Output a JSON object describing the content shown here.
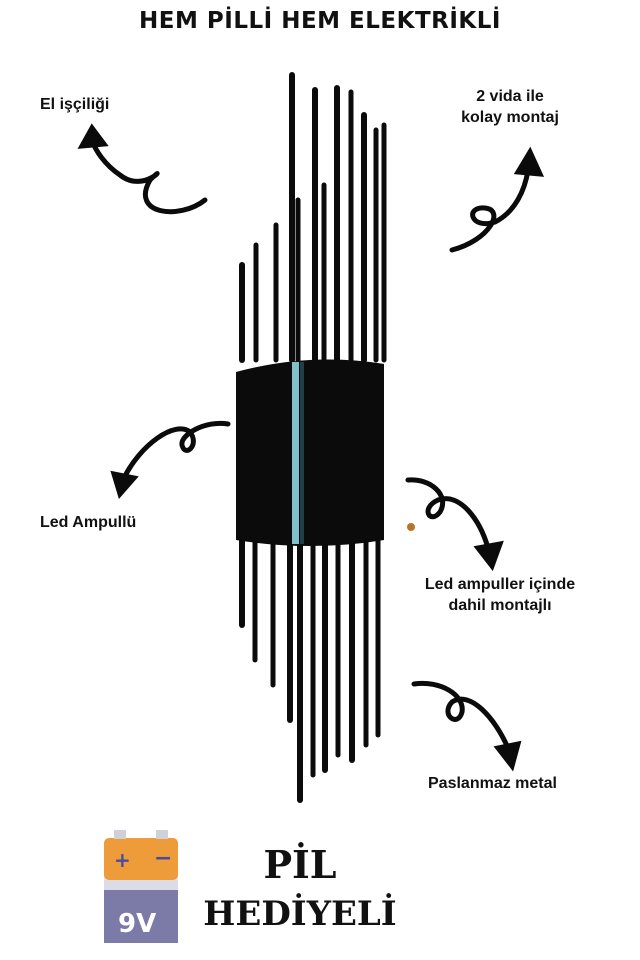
{
  "header": {
    "title": "HEM PİLLİ HEM ELEKTRİKLİ"
  },
  "features": {
    "handmade": "El işçiliği",
    "mounting": [
      "2 vida ile",
      "kolay montaj"
    ],
    "led": "Led Ampullü",
    "builtin": [
      "Led ampuller içinde",
      "dahil montajlı"
    ],
    "metal": "Paslanmaz metal"
  },
  "gift": {
    "line1": "PİL",
    "line2": "HEDİYELİ"
  },
  "battery": {
    "plus": "+",
    "minus": "−",
    "voltage": "9V"
  },
  "colors": {
    "lamp": "#0b0b0b",
    "accent": "#8fd3e0",
    "battery_top": "#ee9b3a",
    "battery_bottom": "#7c7aa6"
  },
  "icons": [
    "curly-arrow-icon",
    "battery-icon"
  ]
}
